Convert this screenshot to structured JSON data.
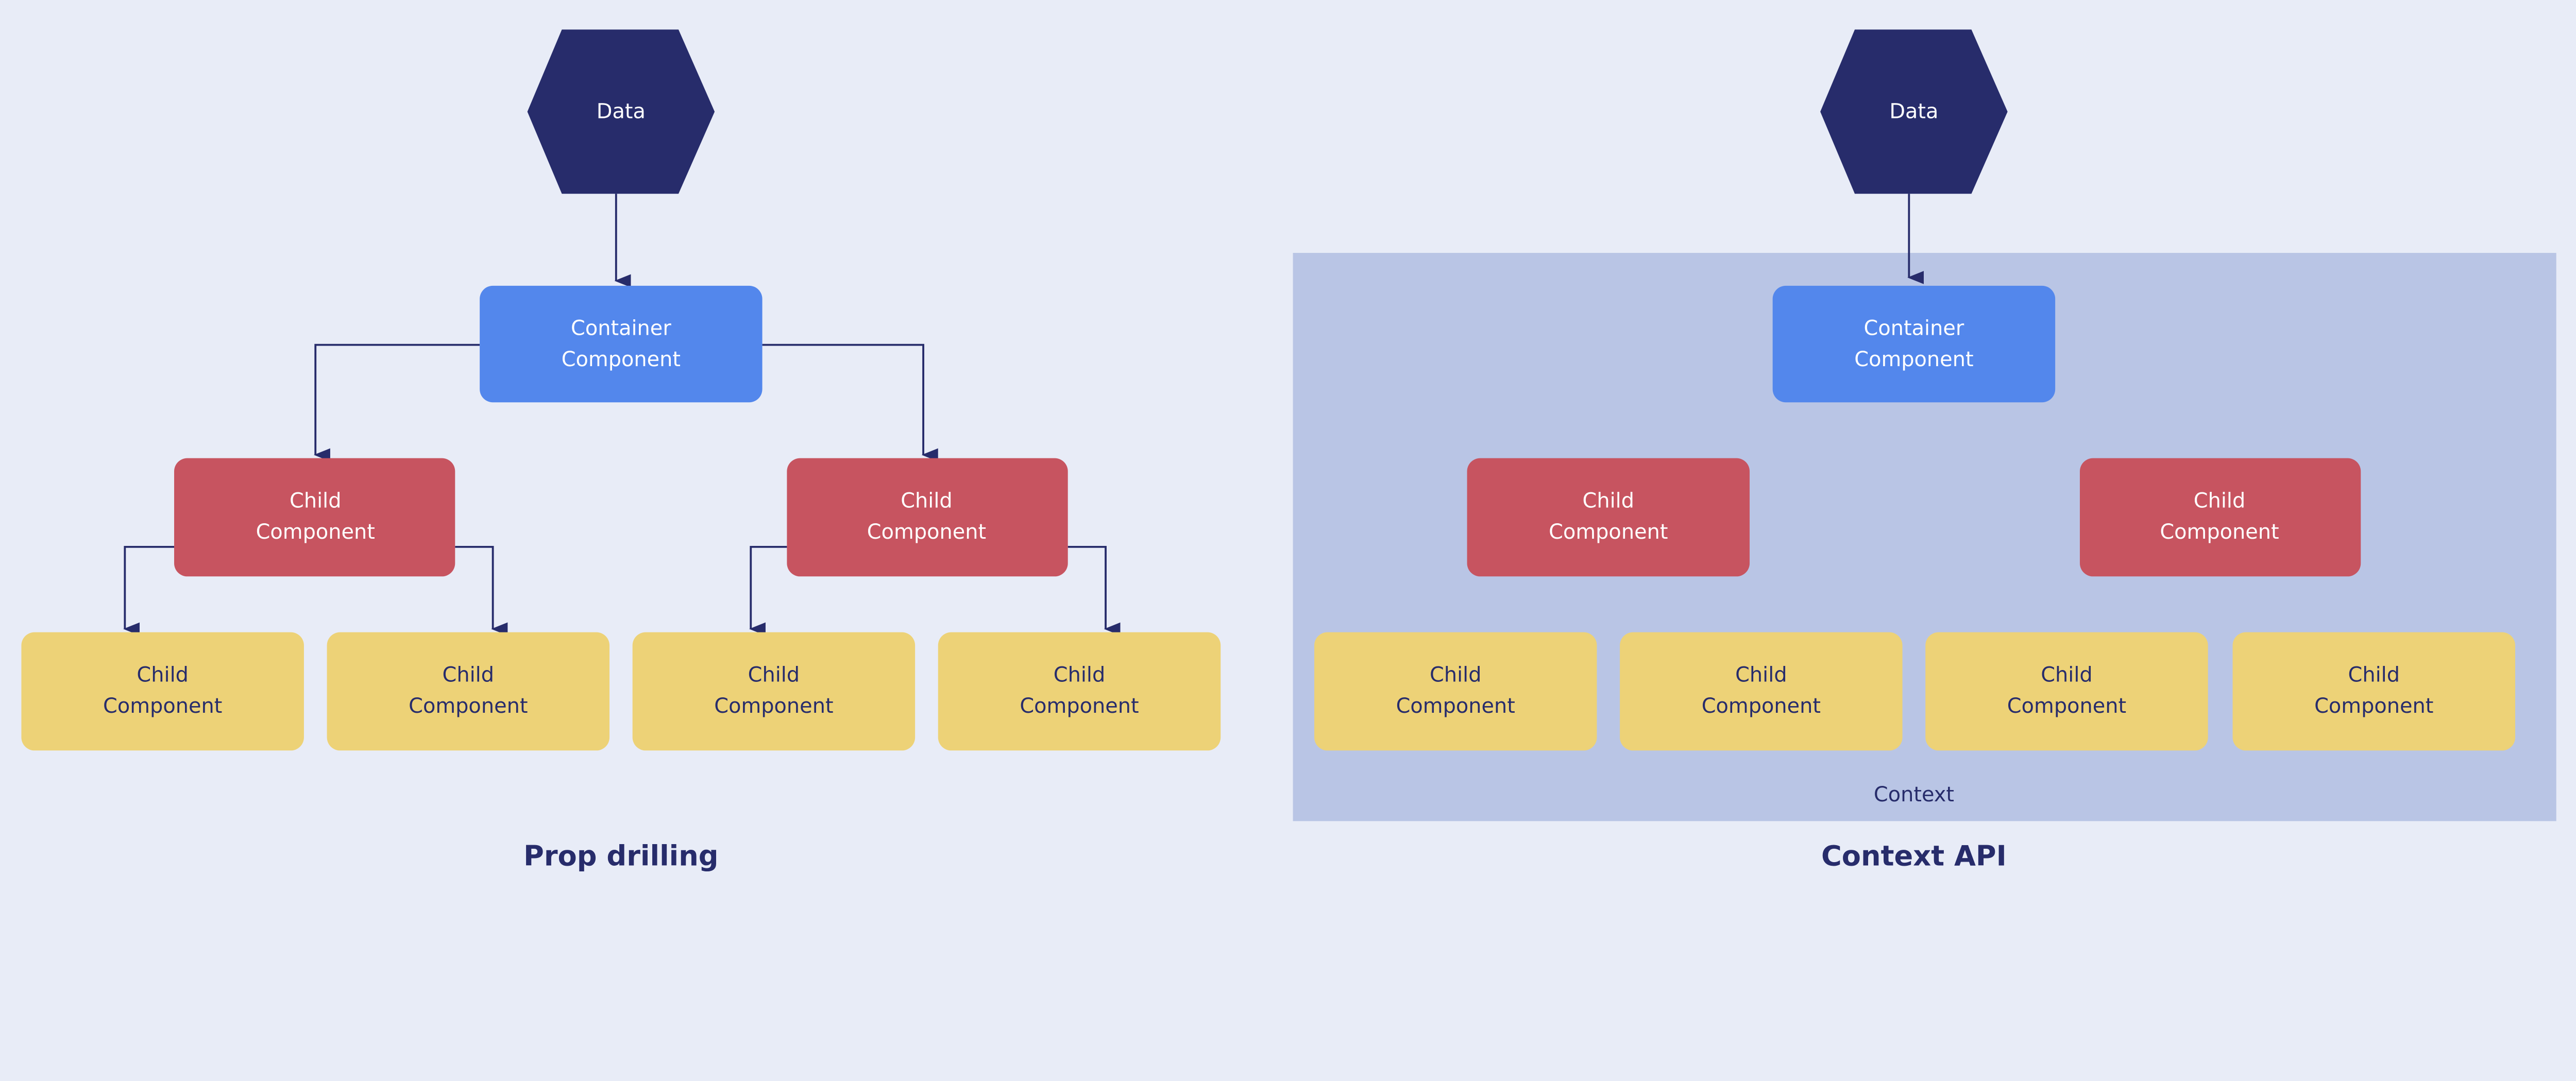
{
  "colors": {
    "background": "#e8ecf7",
    "data_node": "#272c6b",
    "container": "#5387ec",
    "child_level1": "#c75460",
    "child_level2": "#edd277",
    "context_area": "#b9c5e5",
    "edges": "#272c6b"
  },
  "prop_drilling": {
    "title": "Prop drilling",
    "data": "Data",
    "container": [
      "Container",
      "Component"
    ],
    "children": [
      [
        "Child",
        "Component"
      ],
      [
        "Child",
        "Component"
      ]
    ],
    "grandchildren": [
      [
        "Child",
        "Component"
      ],
      [
        "Child",
        "Component"
      ],
      [
        "Child",
        "Component"
      ],
      [
        "Child",
        "Component"
      ]
    ]
  },
  "context_api": {
    "title": "Context API",
    "context_label": "Context",
    "data": "Data",
    "container": [
      "Container",
      "Component"
    ],
    "children": [
      [
        "Child",
        "Component"
      ],
      [
        "Child",
        "Component"
      ]
    ],
    "grandchildren": [
      [
        "Child",
        "Component"
      ],
      [
        "Child",
        "Component"
      ],
      [
        "Child",
        "Component"
      ],
      [
        "Child",
        "Component"
      ]
    ]
  }
}
